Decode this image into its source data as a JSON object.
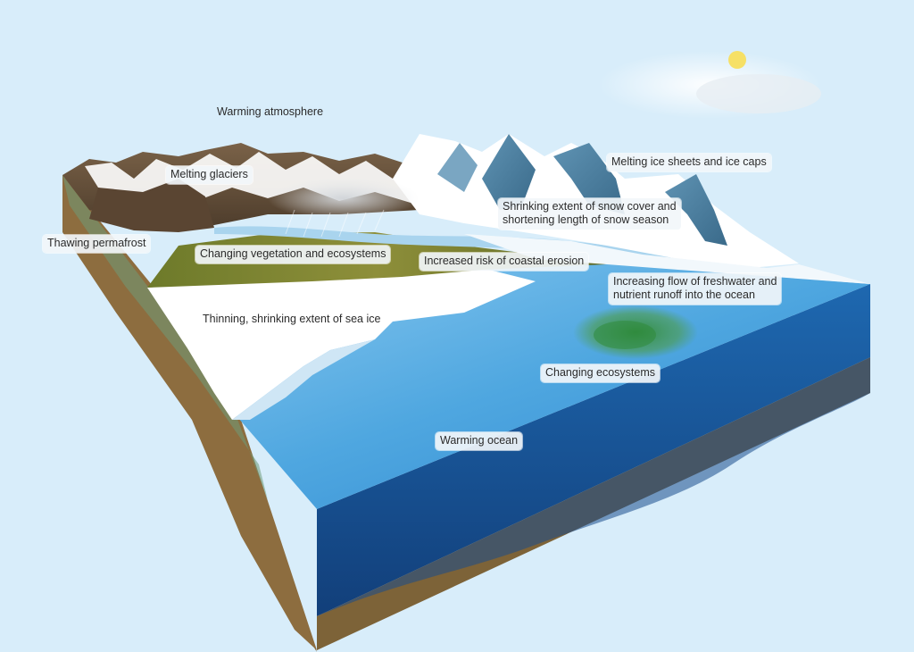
{
  "labels": {
    "warming_atmosphere": "Warming atmosphere",
    "melting_glaciers": "Melting glaciers",
    "melting_ice_sheets": "Melting ice sheets and ice caps",
    "snow_cover_line1": "Shrinking extent of snow cover and",
    "snow_cover_line2": "shortening length of snow season",
    "thawing_permafrost": "Thawing permafrost",
    "changing_vegetation": "Changing vegetation and ecosystems",
    "coastal_erosion": "Increased risk of coastal erosion",
    "freshwater_line1": "Increasing flow of freshwater and",
    "freshwater_line2": "nutrient runoff into the ocean",
    "sea_ice": "Thinning, shrinking extent of sea ice",
    "changing_ecosystems": "Changing ecosystems",
    "warming_ocean": "Warming ocean"
  },
  "colors": {
    "background": "#d8edfa",
    "ocean_surface": "#4fa9e0",
    "ocean_side": "#1f62a8",
    "soil": "#8b6a3e",
    "snow": "#ffffff",
    "mountain_rock": "#6b5640",
    "ice_blue": "#4d7f9c",
    "sun": "#f6e066",
    "algae": "#3f8f3a"
  },
  "icons": {
    "sun": "sun-icon",
    "cloud": "cloud-icon",
    "rain_cloud": "rain-cloud-icon"
  }
}
